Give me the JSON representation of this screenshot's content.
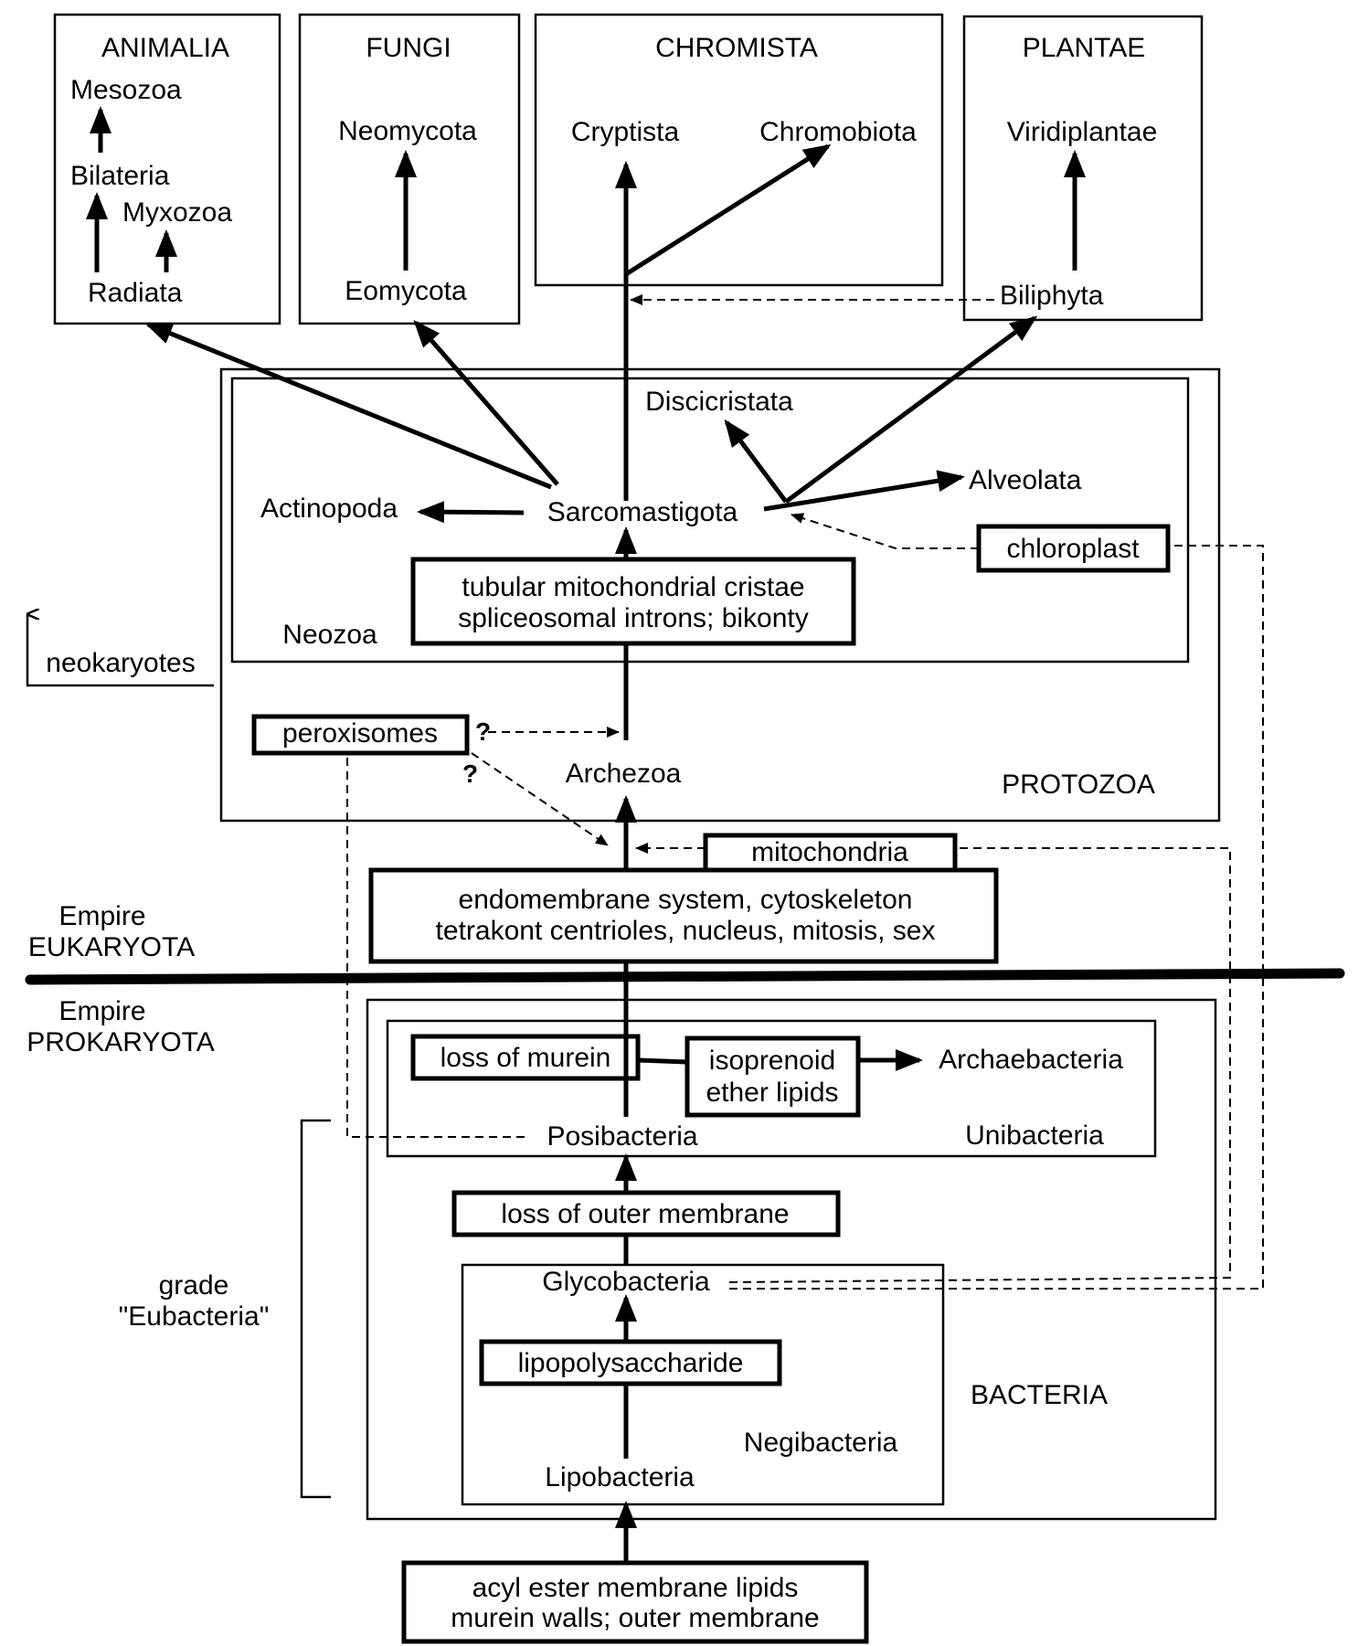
{
  "kingdoms": {
    "animalia": {
      "title": "ANIMALIA",
      "mesozoa": "Mesozoa",
      "bilateria": "Bilateria",
      "myxozoa": "Myxozoa",
      "radiata": "Radiata"
    },
    "fungi": {
      "title": "FUNGI",
      "neomycota": "Neomycota",
      "eomycota": "Eomycota"
    },
    "chromista": {
      "title": "CHROMISTA",
      "cryptista": "Cryptista",
      "chromobiota": "Chromobiota"
    },
    "plantae": {
      "title": "PLANTAE",
      "viridiplantae": "Viridiplantae",
      "biliphyta": "Biliphyta"
    }
  },
  "protozoa": {
    "title": "PROTOZOA",
    "discicristata": "Discicristata",
    "alveolata": "Alveolata",
    "actinopoda": "Actinopoda",
    "sarcomastigota": "Sarcomastigota",
    "chloroplast": "chloroplast",
    "neozoa_traits": [
      "tubular mitochondrial cristae",
      "spliceosomal introns; bikonty"
    ],
    "neozoa": "Neozoa",
    "peroxisomes": "peroxisomes",
    "question_mark": "?",
    "archezoa": "Archezoa",
    "mitochondria": "mitochondria"
  },
  "neokaryotes": "neokaryotes",
  "eukaryota": {
    "empire": "Empire",
    "name": "EUKARYOTA",
    "traits": [
      "endomembrane system, cytoskeleton",
      "tetrakont centrioles, nucleus, mitosis, sex"
    ]
  },
  "prokaryota": {
    "empire": "Empire",
    "name": "PROKARYOTA",
    "loss_of_murein": "loss of murein",
    "isoprenoid": [
      "isoprenoid",
      "ether lipids"
    ],
    "archaebacteria": "Archaebacteria",
    "posibacteria": "Posibacteria",
    "unibacteria": "Unibacteria",
    "loss_of_outer_membrane": "loss of outer membrane",
    "glycobacteria": "Glycobacteria",
    "lipopolysaccharide": "lipopolysaccharide",
    "bacteria": "BACTERIA",
    "negibacteria": "Negibacteria",
    "lipobacteria": "Lipobacteria",
    "grade": [
      "grade",
      "\"Eubacteria\""
    ],
    "root_traits": [
      "acyl ester membrane lipids",
      "murein walls; outer membrane"
    ]
  }
}
